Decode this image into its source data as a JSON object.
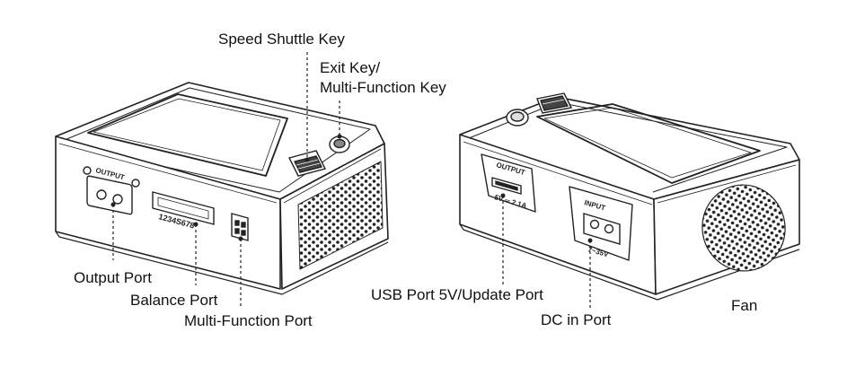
{
  "callouts": {
    "speed_shuttle_key": "Speed Shuttle Key",
    "exit_key_line1": "Exit Key/",
    "exit_key_line2": "Multi-Function Key",
    "output_port": "Output Port",
    "balance_port": "Balance Port",
    "multi_function_port": "Multi-Function Port",
    "usb_port": "USB Port 5V/Update Port",
    "dc_in_port": "DC in Port",
    "fan": "Fan"
  },
  "device_markings": {
    "output_label": "OUTPUT",
    "balance_numbers": "1234S678",
    "usb_panel_label": "OUTPUT",
    "usb_rating": "5V ═ 2.1A",
    "input_label": "INPUT",
    "input_rating": "7~35V"
  }
}
